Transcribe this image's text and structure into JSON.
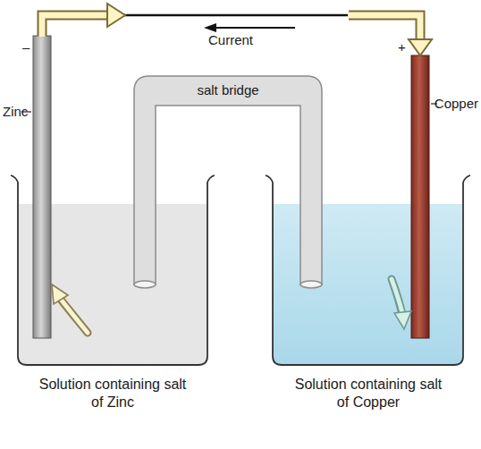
{
  "diagram": {
    "labels": [
      "Current",
      "–",
      "+",
      "Zinc",
      "salt bridge",
      "Copper",
      "Solution containing salt of Zinc",
      "Solution containing salt of Copper"
    ]
  }
}
